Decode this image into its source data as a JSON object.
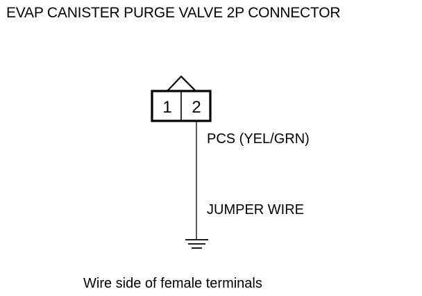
{
  "title": "EVAP CANISTER PURGE VALVE 2P CONNECTOR",
  "connector": {
    "pins": [
      "1",
      "2"
    ]
  },
  "wire": {
    "label": "PCS (YEL/GRN)"
  },
  "jumper": {
    "label": "JUMPER WIRE"
  },
  "caption": "Wire side of female terminals",
  "colors": {
    "line": "#000000",
    "background": "#ffffff"
  },
  "icons": {
    "ground": "ground-symbol-icon",
    "connector_key": "connector-key-icon"
  }
}
